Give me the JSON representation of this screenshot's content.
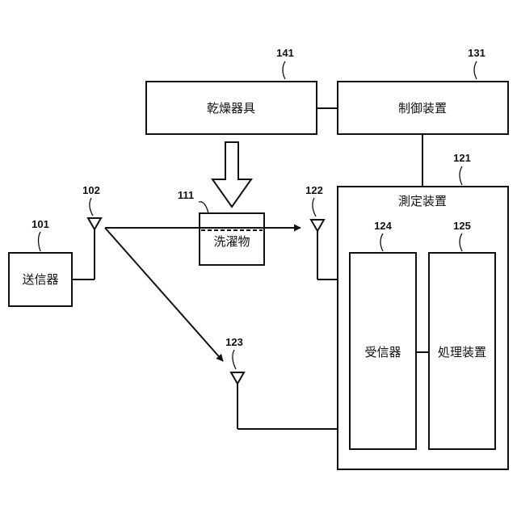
{
  "blocks": {
    "dryer": {
      "ref": "141",
      "label": "乾燥器具"
    },
    "controller": {
      "ref": "131",
      "label": "制御装置"
    },
    "laundry": {
      "ref": "111",
      "label": "洗濯物"
    },
    "transmitter": {
      "ref": "101",
      "label": "送信器"
    },
    "measurement": {
      "ref": "121",
      "label": "測定装置"
    },
    "receiver": {
      "ref": "124",
      "label": "受信器"
    },
    "processor": {
      "ref": "125",
      "label": "処理装置"
    }
  },
  "antennas": {
    "tx": {
      "ref": "102"
    },
    "rx1": {
      "ref": "122"
    },
    "rx2": {
      "ref": "123"
    }
  }
}
